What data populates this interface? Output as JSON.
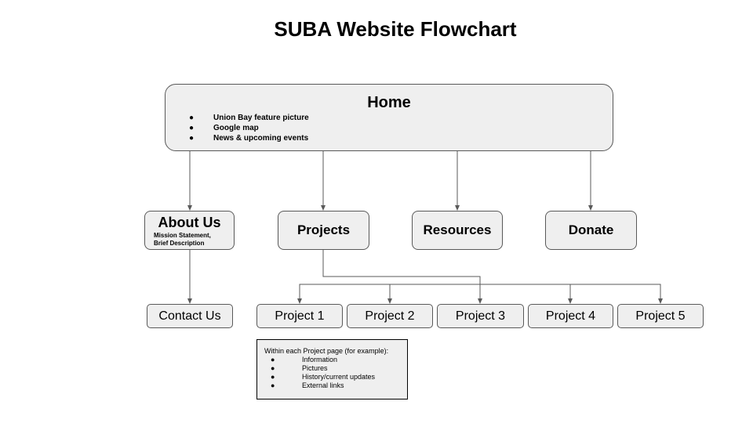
{
  "title": "SUBA Website Flowchart",
  "home": {
    "label": "Home",
    "items": [
      "Union Bay feature picture",
      "Google map",
      "News & upcoming events"
    ]
  },
  "about": {
    "label": "About Us",
    "sub_line1": "Mission Statement,",
    "sub_line2": "Brief Description"
  },
  "projects": {
    "label": "Projects"
  },
  "resources": {
    "label": "Resources"
  },
  "donate": {
    "label": "Donate"
  },
  "contact": {
    "label": "Contact Us"
  },
  "project_pages": [
    "Project 1",
    "Project 2",
    "Project 3",
    "Project 4",
    "Project 5"
  ],
  "note": {
    "heading": "Within each Project page (for example):",
    "items": [
      "Information",
      "Pictures",
      "History/current updates",
      "External links"
    ]
  },
  "bullet": "●",
  "colors": {
    "box_fill": "#efefef",
    "box_border": "#595959",
    "connector": "#595959"
  }
}
